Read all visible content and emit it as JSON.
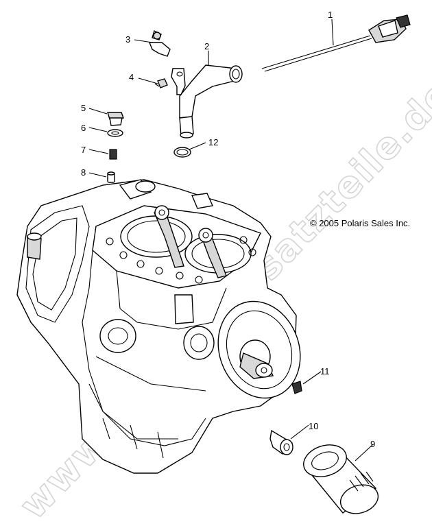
{
  "diagram": {
    "copyright": "© 2005 Polaris Sales Inc.",
    "watermark": "www.polaris-ersatzteile.de",
    "callouts": [
      "1",
      "2",
      "3",
      "4",
      "5",
      "6",
      "7",
      "8",
      "9",
      "10",
      "11",
      "12"
    ],
    "parts": [
      {
        "name": "dipstick-part"
      },
      {
        "name": "dipstick-tube-part"
      },
      {
        "name": "clip-part"
      },
      {
        "name": "screw-part"
      },
      {
        "name": "drain-bolt-part"
      },
      {
        "name": "washer-part"
      },
      {
        "name": "dowel-pin-part"
      },
      {
        "name": "sleeve-pin-part"
      },
      {
        "name": "oil-filter-part"
      },
      {
        "name": "filter-fitting-part"
      },
      {
        "name": "plug-part"
      },
      {
        "name": "o-ring-part"
      },
      {
        "name": "engine-crankcase"
      }
    ]
  }
}
